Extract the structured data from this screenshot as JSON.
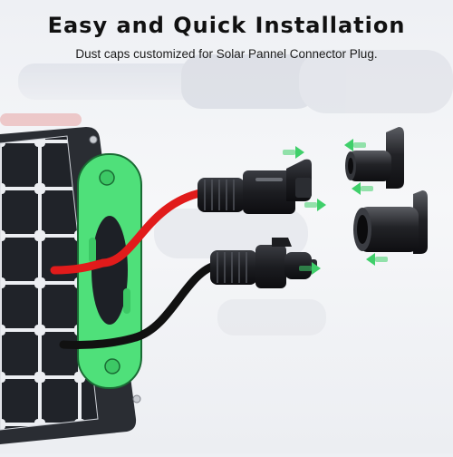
{
  "headline": "Easy and Quick Installation",
  "subline": "Dust caps customized for Solar Pannel Connector Plug.",
  "colors": {
    "accent_green": "#4fe07a",
    "arrow_green": "#3fcf6a",
    "panel_dark": "#1b1d22",
    "cable_red": "#e11b1b",
    "cable_black": "#111111",
    "background": "#f2f3f6"
  },
  "icons": [
    "solar-panel",
    "junction-frame",
    "mc4-connector-female",
    "mc4-connector-male",
    "dust-cap-male",
    "dust-cap-female",
    "arrow-right",
    "arrow-left"
  ]
}
